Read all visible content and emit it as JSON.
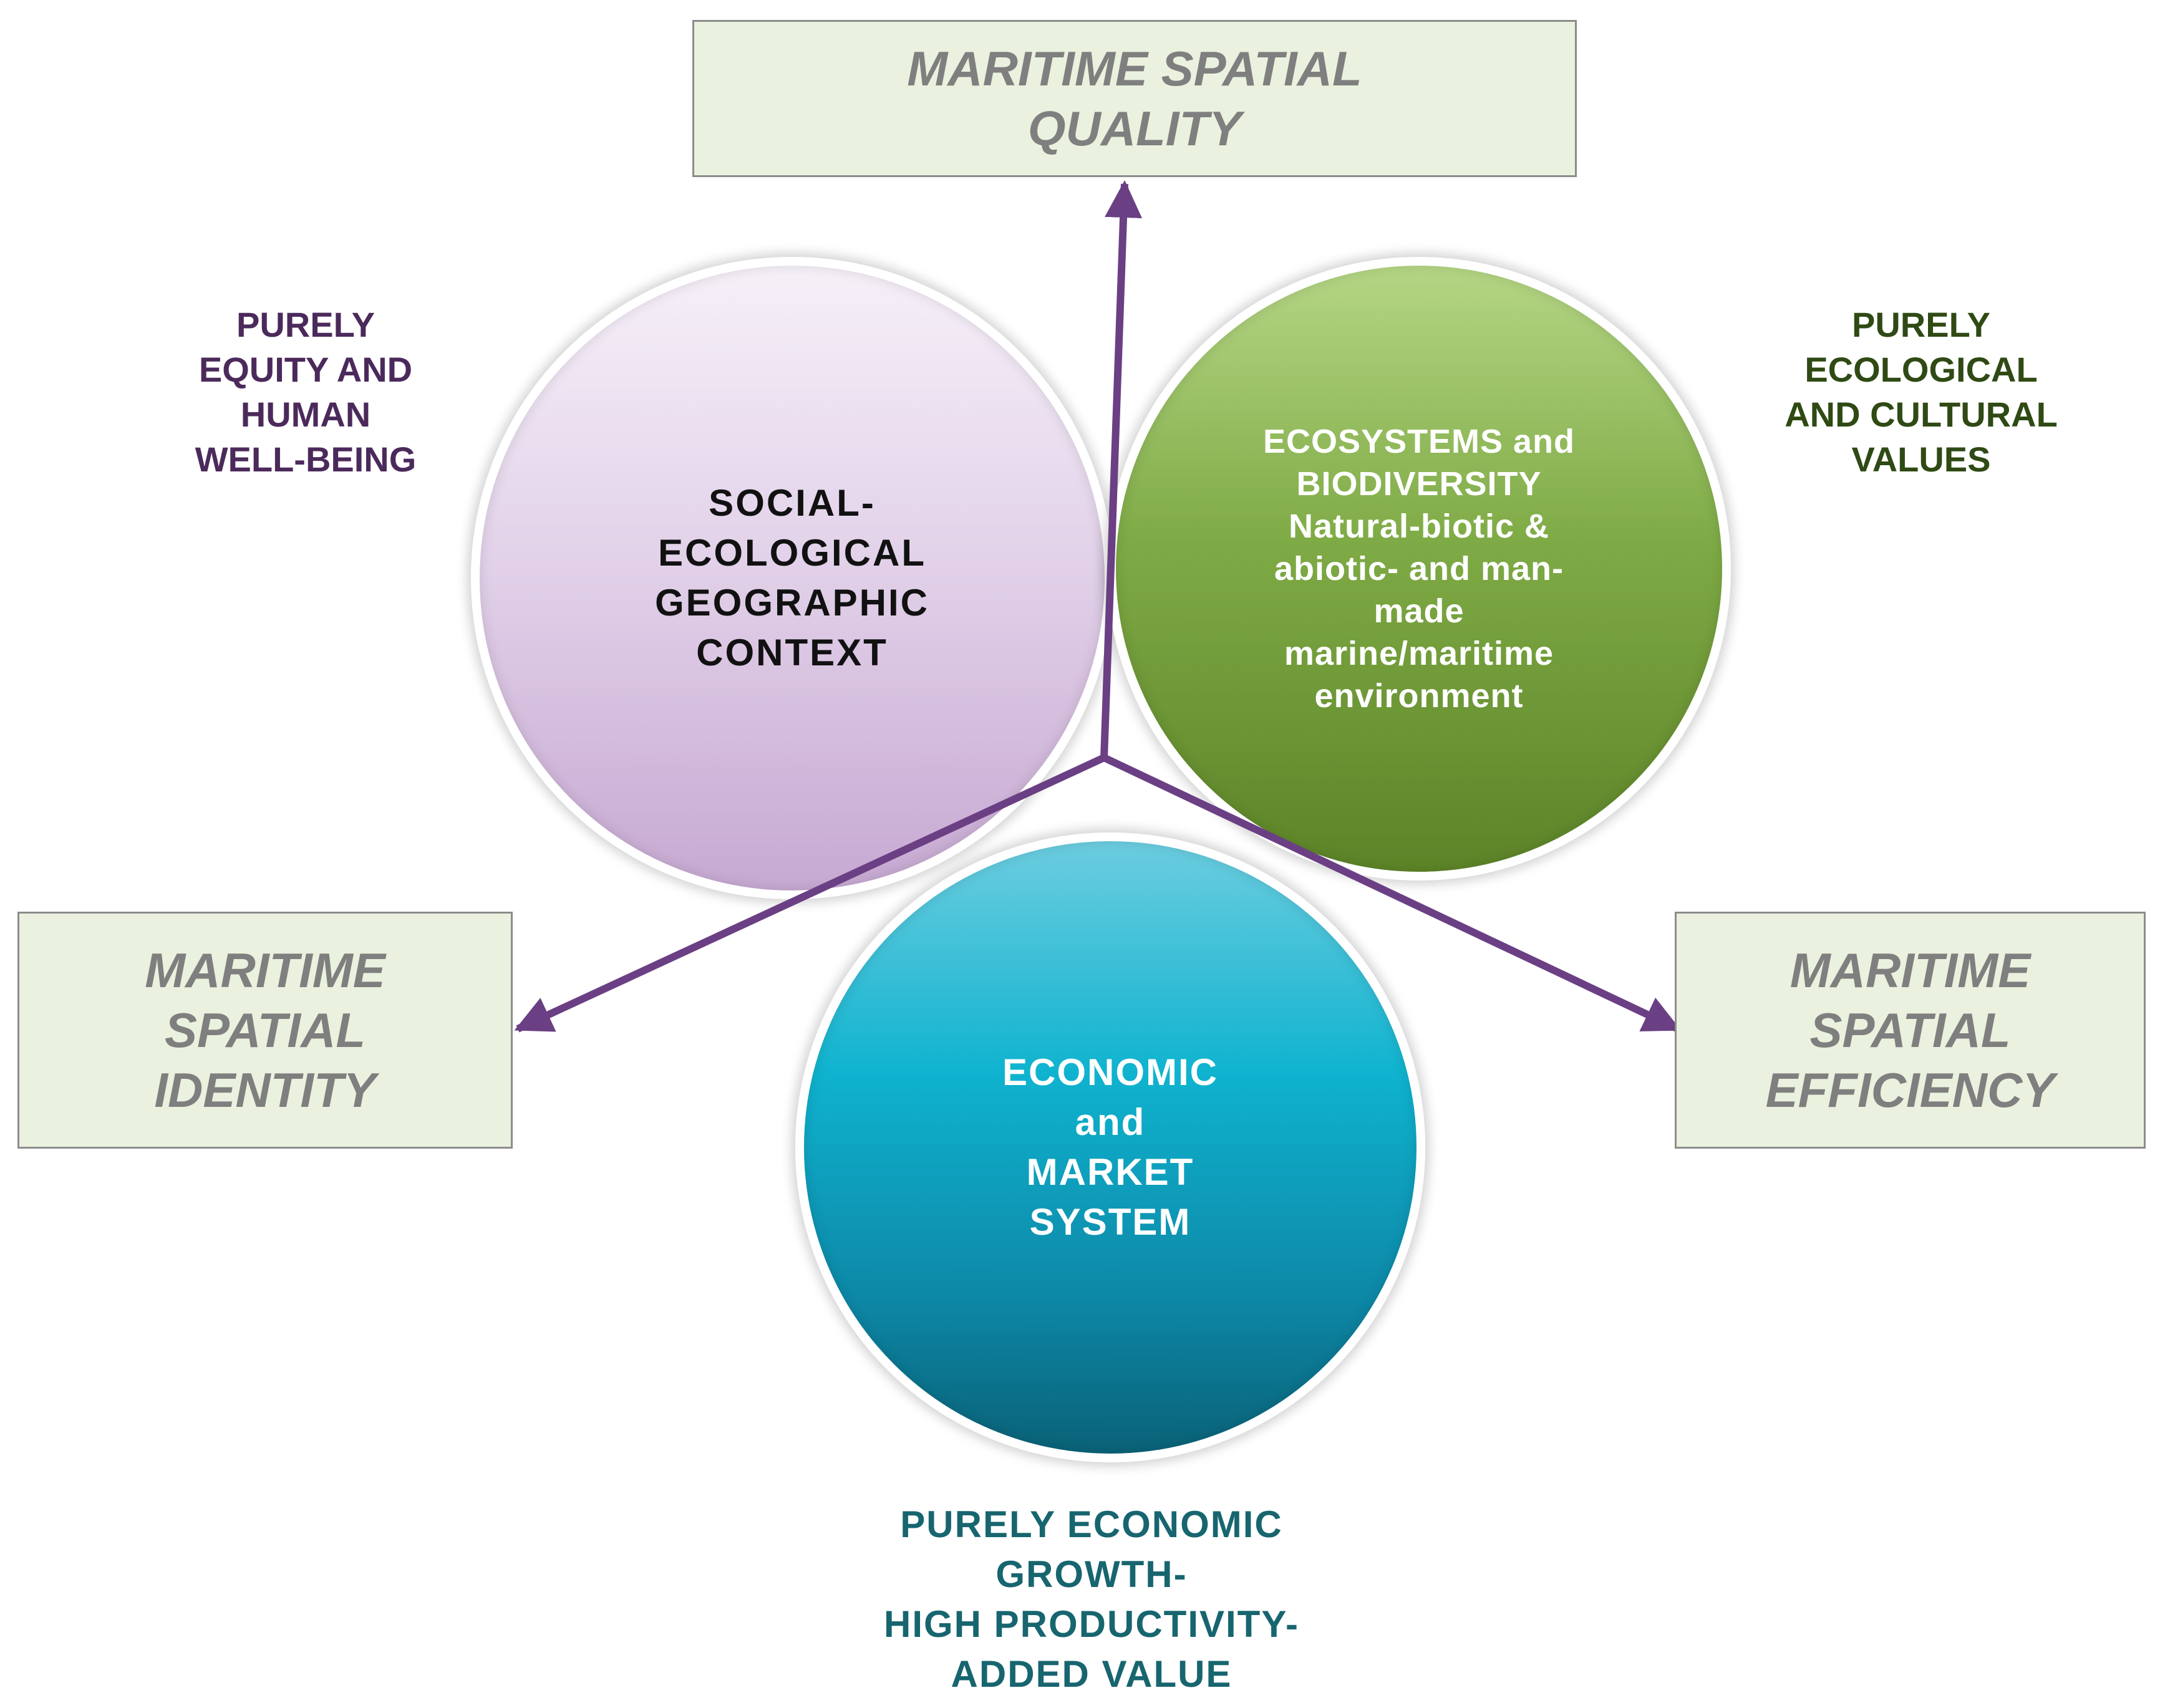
{
  "boxes": {
    "quality": [
      "MARITIME SPATIAL",
      "QUALITY"
    ],
    "identity": [
      "MARITIME",
      "SPATIAL",
      "IDENTITY"
    ],
    "efficiency": [
      "MARITIME",
      "SPATIAL",
      "EFFICIENCY"
    ]
  },
  "circles": {
    "social": [
      "SOCIAL-",
      "ECOLOGICAL",
      "GEOGRAPHIC",
      "CONTEXT"
    ],
    "ecosystems": [
      "ECOSYSTEMS and",
      "BIODIVERSITY",
      "Natural-biotic &",
      "abiotic- and man-",
      "made",
      "marine/maritime",
      "environment"
    ],
    "economic": [
      "ECONOMIC",
      "and",
      "MARKET",
      "SYSTEM"
    ]
  },
  "labels": {
    "equity": [
      "PURELY",
      "EQUITY AND",
      "HUMAN",
      "WELL-BEING"
    ],
    "ecological": [
      "PURELY",
      "ECOLOGICAL",
      "AND CULTURAL",
      "VALUES"
    ],
    "economic": [
      "PURELY ECONOMIC",
      "GROWTH-",
      "HIGH PRODUCTIVITY-",
      "ADDED VALUE"
    ]
  },
  "colors": {
    "arrow": "#6b3f84",
    "box_fill": "#eaf1de",
    "box_text": "#7f7f7f",
    "equity_text": "#4b2a5b",
    "ecological_text": "#2f4a14",
    "economic_text": "#17656f"
  }
}
